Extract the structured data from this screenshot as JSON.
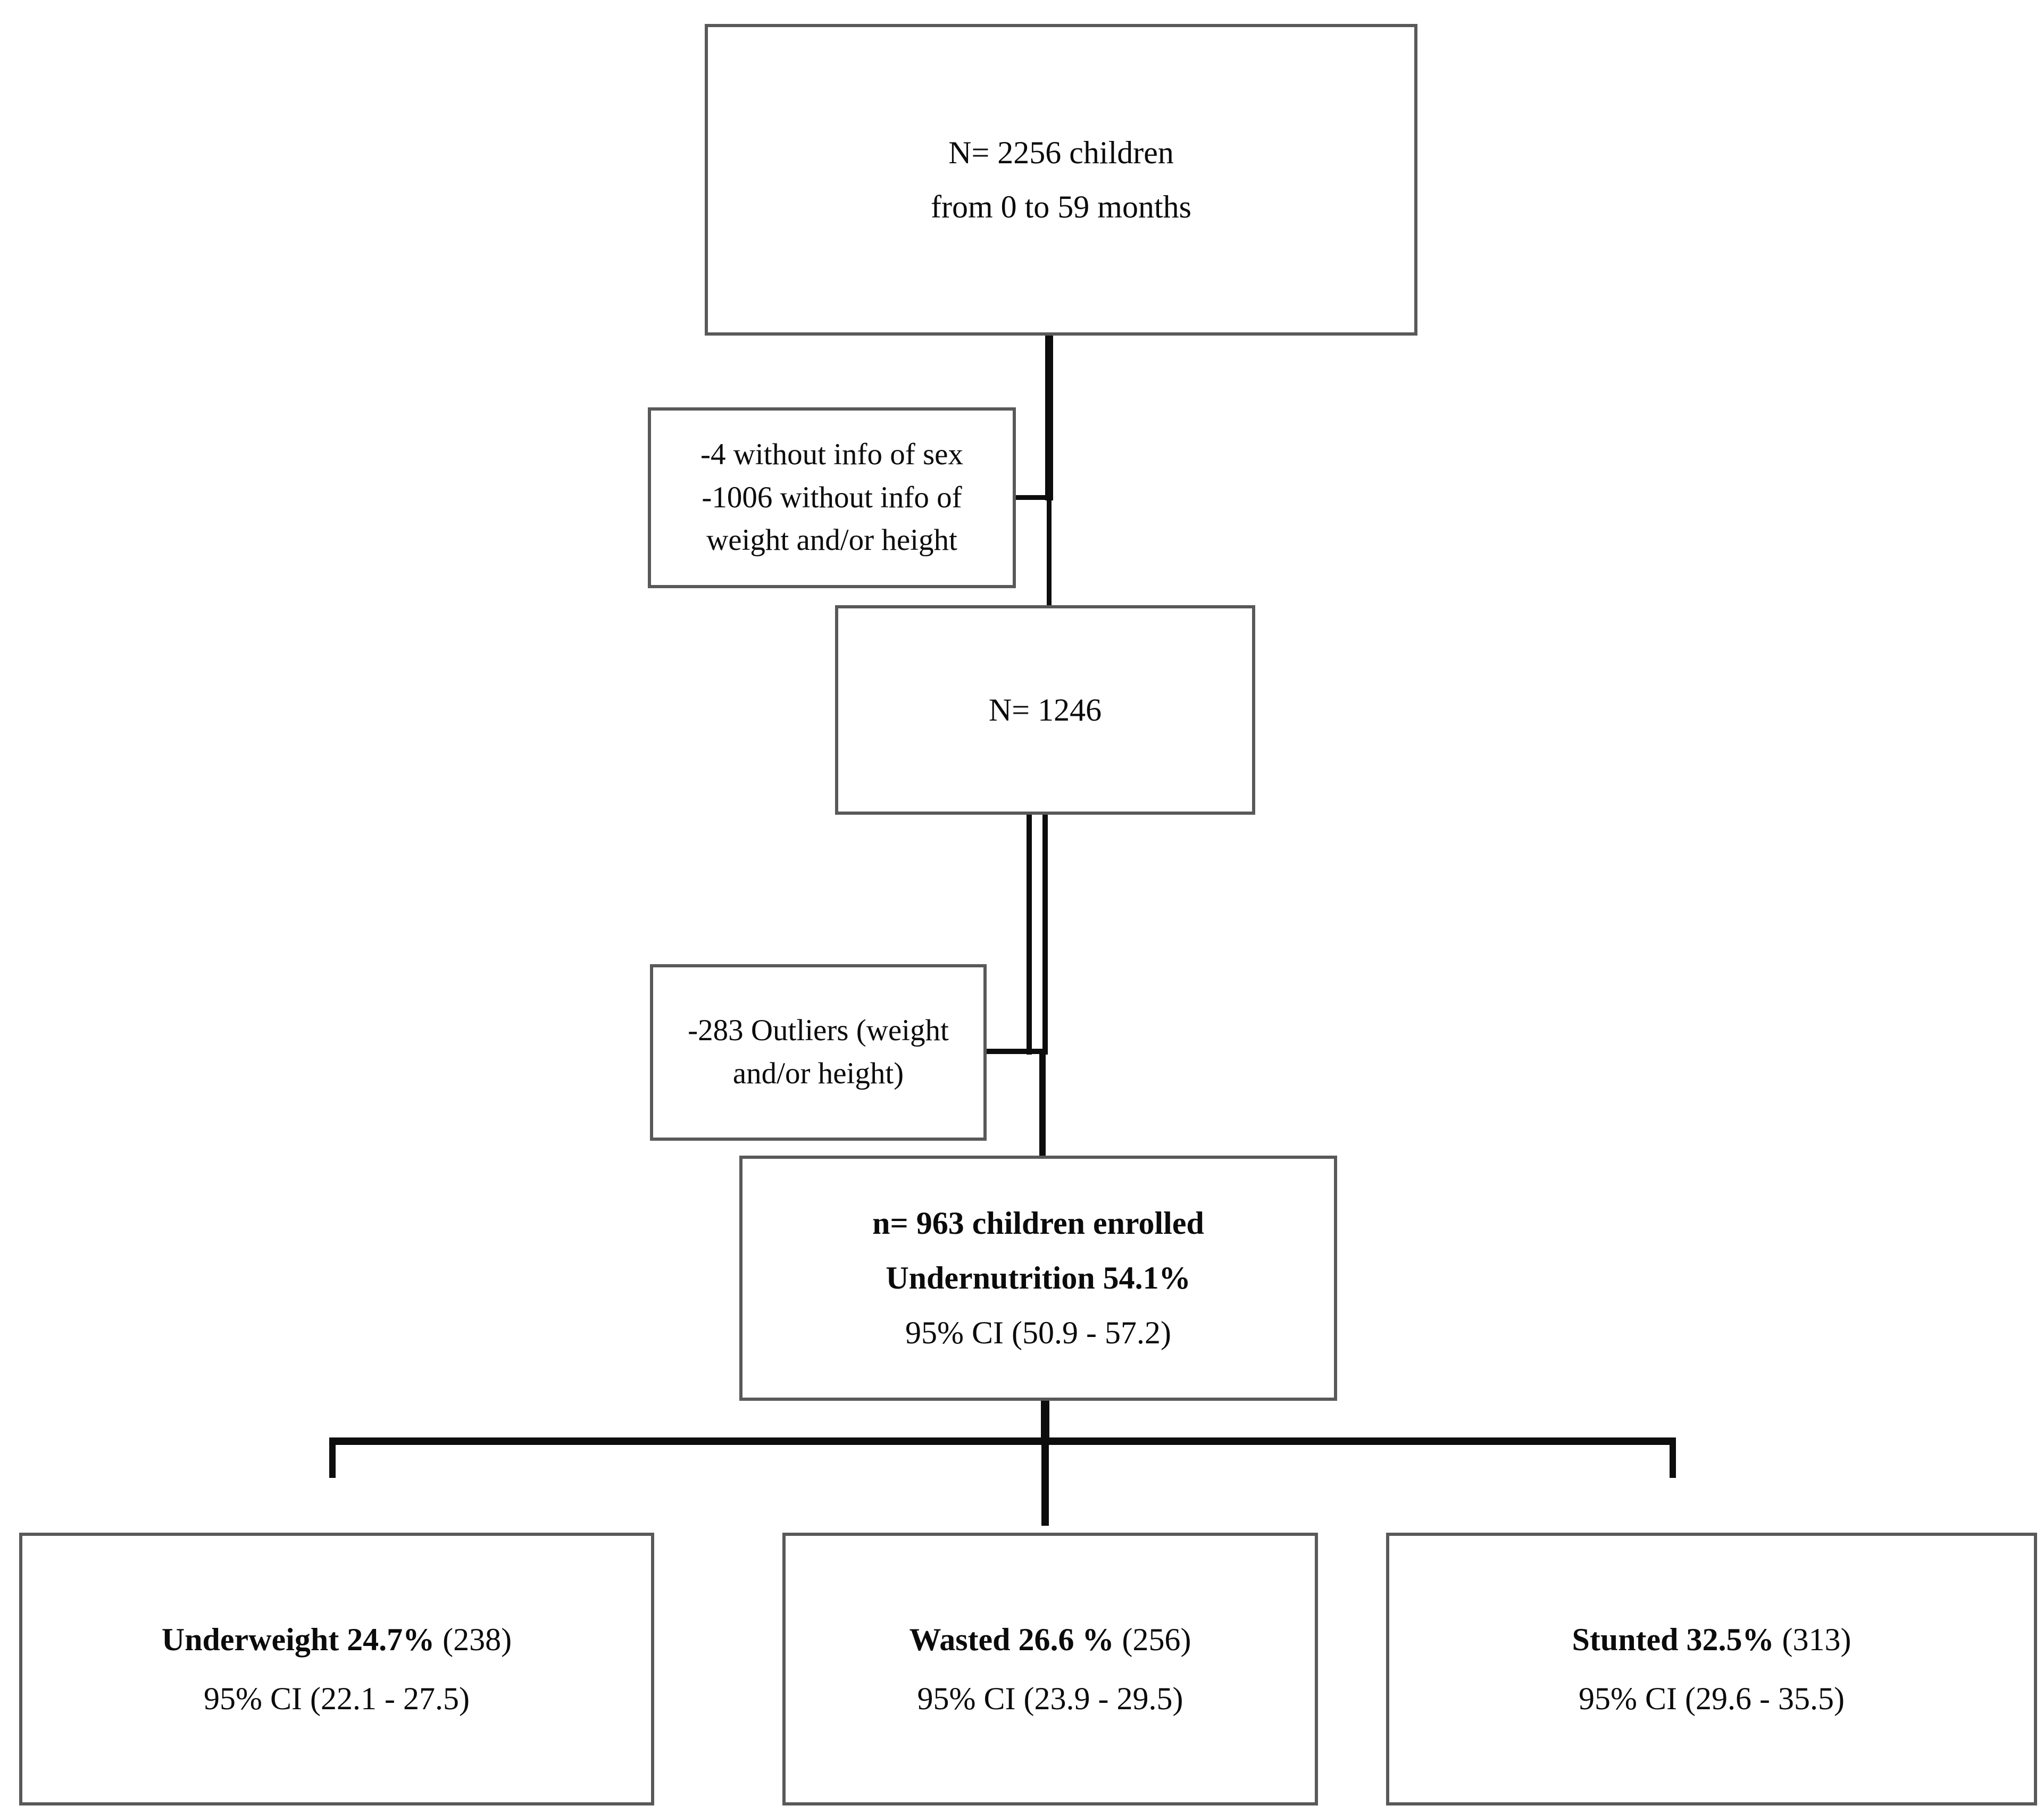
{
  "diagram": {
    "top_box": {
      "line1": "N= 2256 children",
      "line2": "from 0 to 59 months"
    },
    "exclusion1": {
      "line1": "-4 without info of sex",
      "line2": "-1006 without info of",
      "line3": "weight and/or height"
    },
    "mid_box": {
      "line1": "N= 1246"
    },
    "exclusion2": {
      "line1": "-283 Outliers (weight",
      "line2": "and/or height)"
    },
    "enrolled_box": {
      "line1": "n= 963 children enrolled",
      "line2": "Undernutrition 54.1%",
      "line3": "95% CI (50.9 - 57.2)"
    },
    "outcomes": [
      {
        "bold": "Underweight 24.7%",
        "rest": " (238)",
        "ci": "95% CI (22.1 - 27.5)"
      },
      {
        "bold": "Wasted 26.6 %",
        "rest": " (256)",
        "ci": "95% CI (23.9 - 29.5)"
      },
      {
        "bold": "Stunted 32.5%",
        "rest": " (313)",
        "ci": "95% CI (29.6 - 35.5)"
      }
    ]
  },
  "theme": {
    "background": "#ffffff",
    "box_border": "#595959",
    "line_color": "#0d0d0d",
    "text_color": "#0b0b0b"
  }
}
